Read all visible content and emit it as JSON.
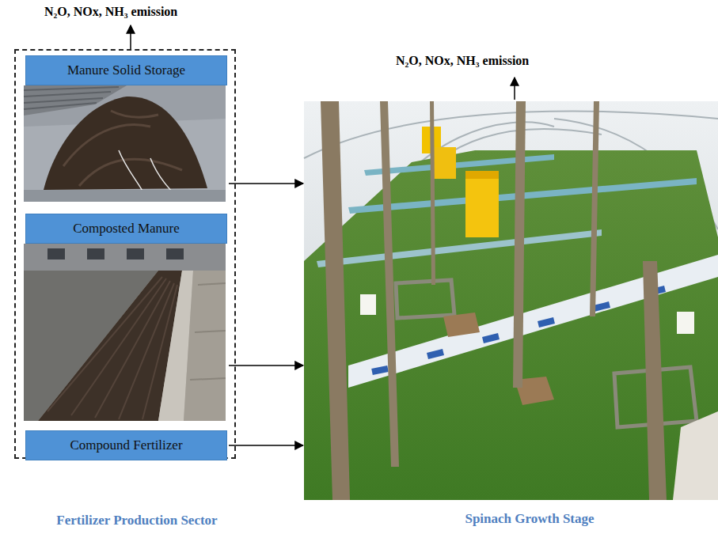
{
  "diagram": {
    "nodes": [
      {
        "text": [
          "Fertilizer Production Sector"
        ]
      },
      {
        "text": [
          "Manure Solid Storage"
        ],
        "in": 0
      },
      {
        "text": [
          "Composted Manure"
        ],
        "in": 0
      },
      {
        "text": [
          "Compound Fertilizer"
        ],
        "in": 0
      },
      {
        "text": [
          "Spinach Growth Stage"
        ]
      }
    ],
    "edges": [
      {
        "from": 1,
        "to": 4,
        "arrow": "to"
      },
      {
        "from": 2,
        "to": 4,
        "arrow": "to"
      },
      {
        "from": 3,
        "to": 4,
        "arrow": "to"
      }
    ],
    "labels": [
      "N₂O, NOx, NH₃ emission",
      "N₂O, NOx, NH₃ emission"
    ]
  }
}
